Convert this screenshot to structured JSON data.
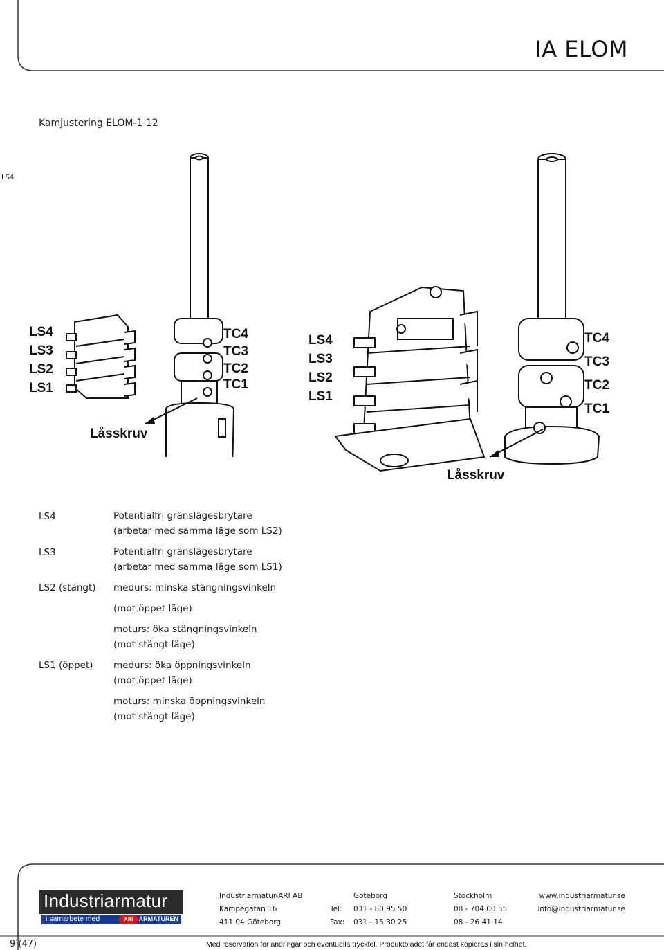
{
  "header": {
    "title": "IA ELOM",
    "subtitle": "Kamjustering ELOM-1 12",
    "ls4_tag": "LS4"
  },
  "figure_left": {
    "ls_labels": [
      "LS4",
      "LS3",
      "LS2",
      "LS1"
    ],
    "tc_labels": [
      "TC4",
      "TC3",
      "TC2",
      "TC1"
    ],
    "lock_label": "Låsskruv"
  },
  "figure_right": {
    "ls_labels": [
      "LS4",
      "LS3",
      "LS2",
      "LS1"
    ],
    "tc_labels": [
      "TC4",
      "TC3",
      "TC2",
      "TC1"
    ],
    "lock_label": "Låsskruv"
  },
  "rows": [
    {
      "label": "LS4",
      "lines": [
        "Potentialfri gränslägesbrytare",
        "(arbetar med samma läge som LS2)"
      ]
    },
    {
      "label": "LS3",
      "lines": [
        "Potentialfri gränslägesbrytare",
        "(arbetar med samma  läge som LS1)"
      ]
    },
    {
      "label": "LS2 (stängt)",
      "lines": [
        "medurs: minska stängningsvinkeln"
      ]
    },
    {
      "label": "",
      "lines": [
        "(mot öppet läge)"
      ]
    },
    {
      "label": "",
      "lines": [
        "moturs: öka stängningsvinkeln",
        "(mot stängt läge)"
      ]
    },
    {
      "label": "LS1 (öppet)",
      "lines": [
        "medurs: öka öppningsvinkeln",
        "(mot öppet läge)"
      ]
    },
    {
      "label": "",
      "lines": [
        "moturs: minska öppningsvinkeln",
        "(mot stängt läge)"
      ]
    }
  ],
  "footer": {
    "logo": {
      "name": "Industriarmatur",
      "tagline": "i samarbete med",
      "badge": "ARI",
      "partner": "ARMATUREN"
    },
    "company": [
      "Industriarmatur-ARI AB",
      "Kämpegatan 16",
      "411 04 Göteborg"
    ],
    "phone_labels": [
      "Tel:",
      "Fax:"
    ],
    "goteborg": [
      "Göteborg",
      "031 - 80 95 50",
      "031 - 15 30 25"
    ],
    "stockholm": [
      "Stockholm",
      "08 - 704 00 55",
      "08 - 26 41 14"
    ],
    "web": [
      "www.industriarmatur.se",
      "info@industriarmatur.se"
    ],
    "page": "9 (47)",
    "disclaimer": "Med reservation för ändringar och eventuella tryckfel. Produktbladet får endast kopieras i sin helhet."
  }
}
